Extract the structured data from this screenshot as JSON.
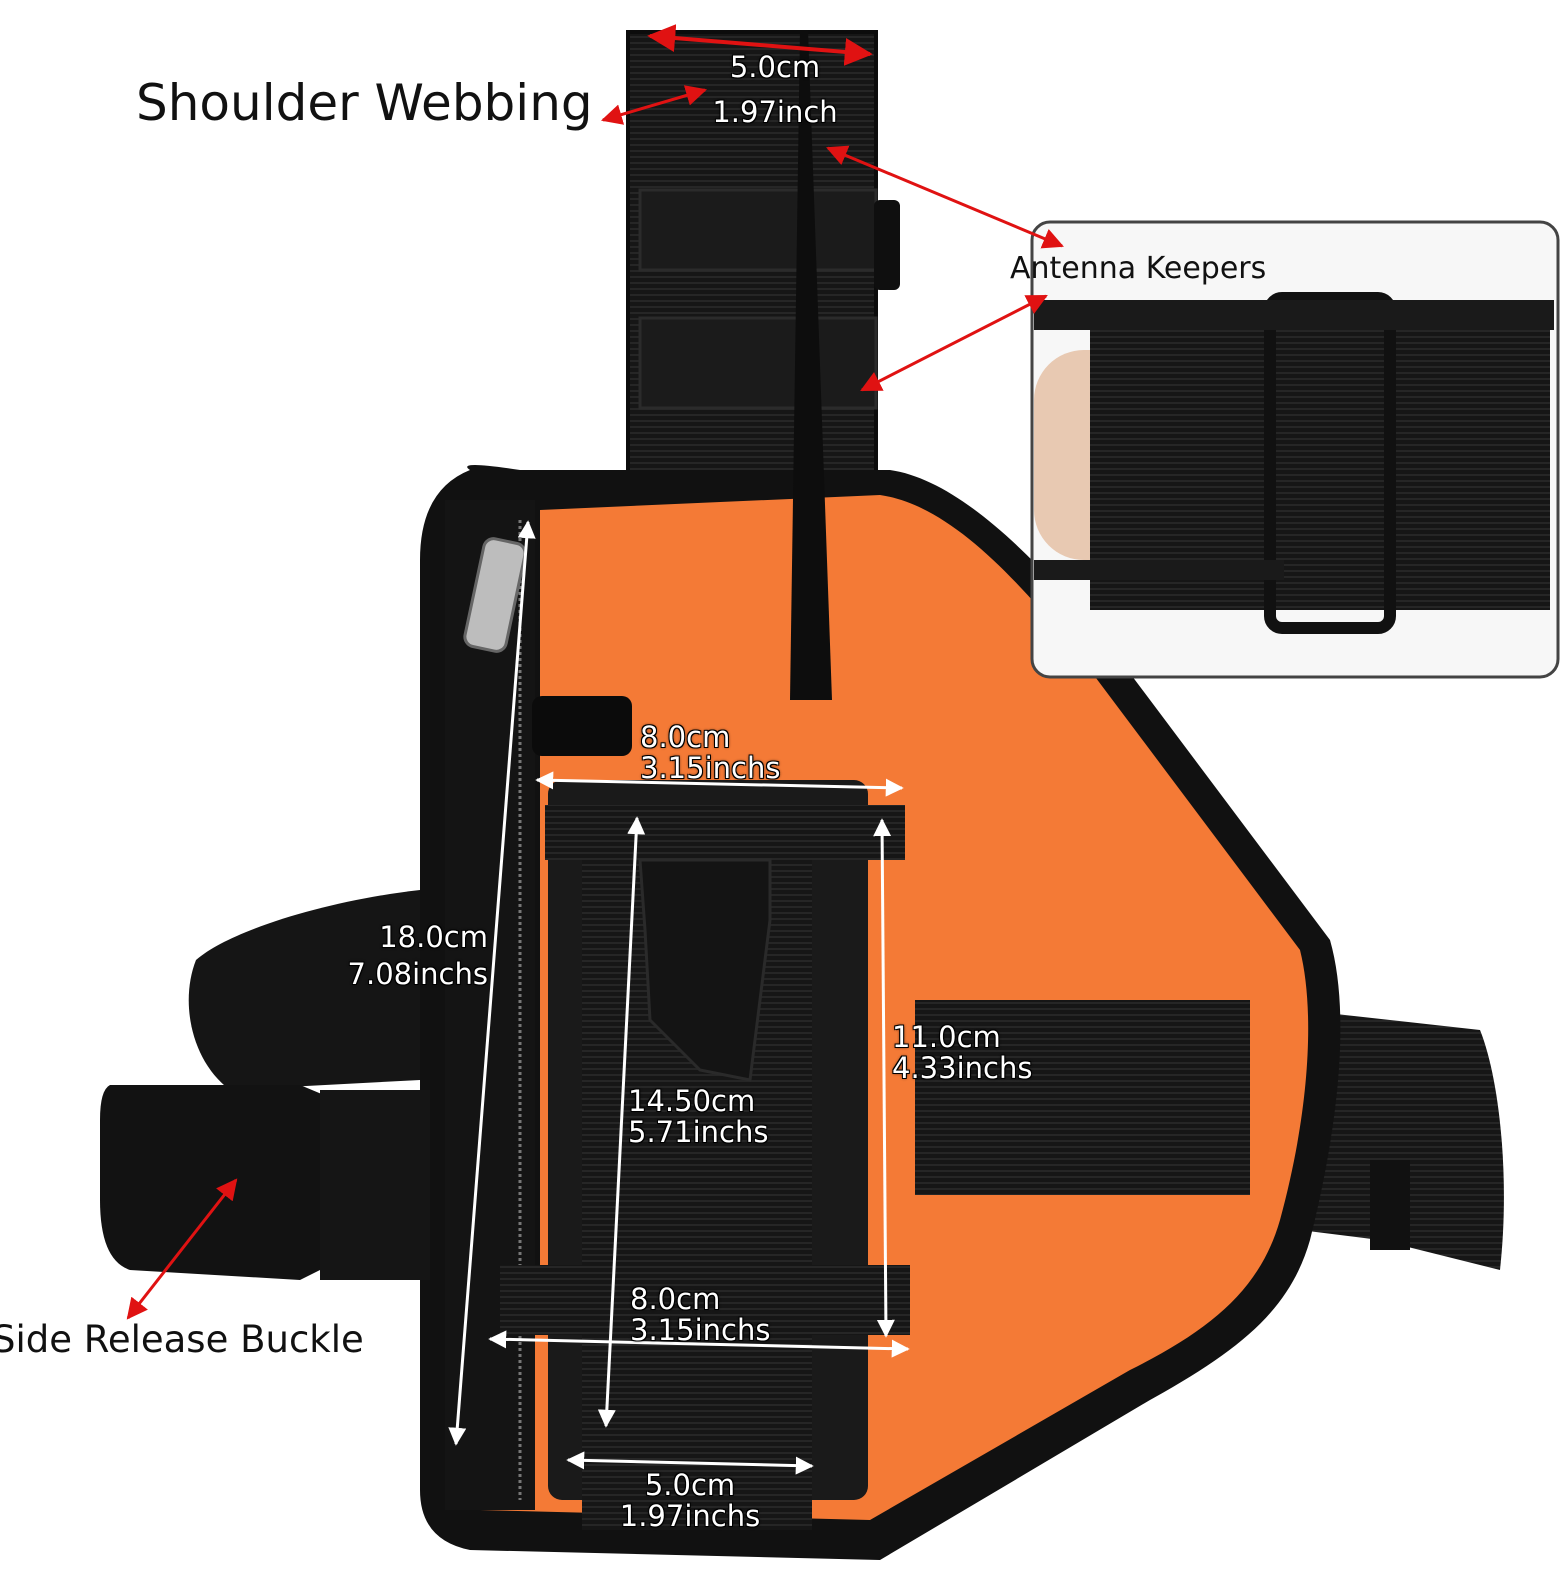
{
  "labels": {
    "shoulder_webbing": "Shoulder Webbing",
    "antenna_keepers": "Antenna Keepers",
    "side_release_buckle": "Side Release Buckle"
  },
  "dimensions": {
    "webbing_width": {
      "metric": "5.0cm",
      "imperial": "1.97inch"
    },
    "pouch_top_width": {
      "metric": "8.0cm",
      "imperial": "3.15inchs"
    },
    "panel_height": {
      "metric": "18.0cm",
      "imperial": "7.08inchs"
    },
    "pouch_height": {
      "metric": "14.50cm",
      "imperial": "5.71inchs"
    },
    "side_pocket_height": {
      "metric": "11.0cm",
      "imperial": "4.33inchs"
    },
    "pouch_bottom_width": {
      "metric": "8.0cm",
      "imperial": "3.15inchs"
    },
    "bottom_strap_width": {
      "metric": "5.0cm",
      "imperial": "1.97inchs"
    }
  },
  "colors": {
    "orange_panel": "#f47a36",
    "black_nylon": "#141414",
    "arrow_red": "#e01212",
    "measure_line": "#ffffff"
  }
}
